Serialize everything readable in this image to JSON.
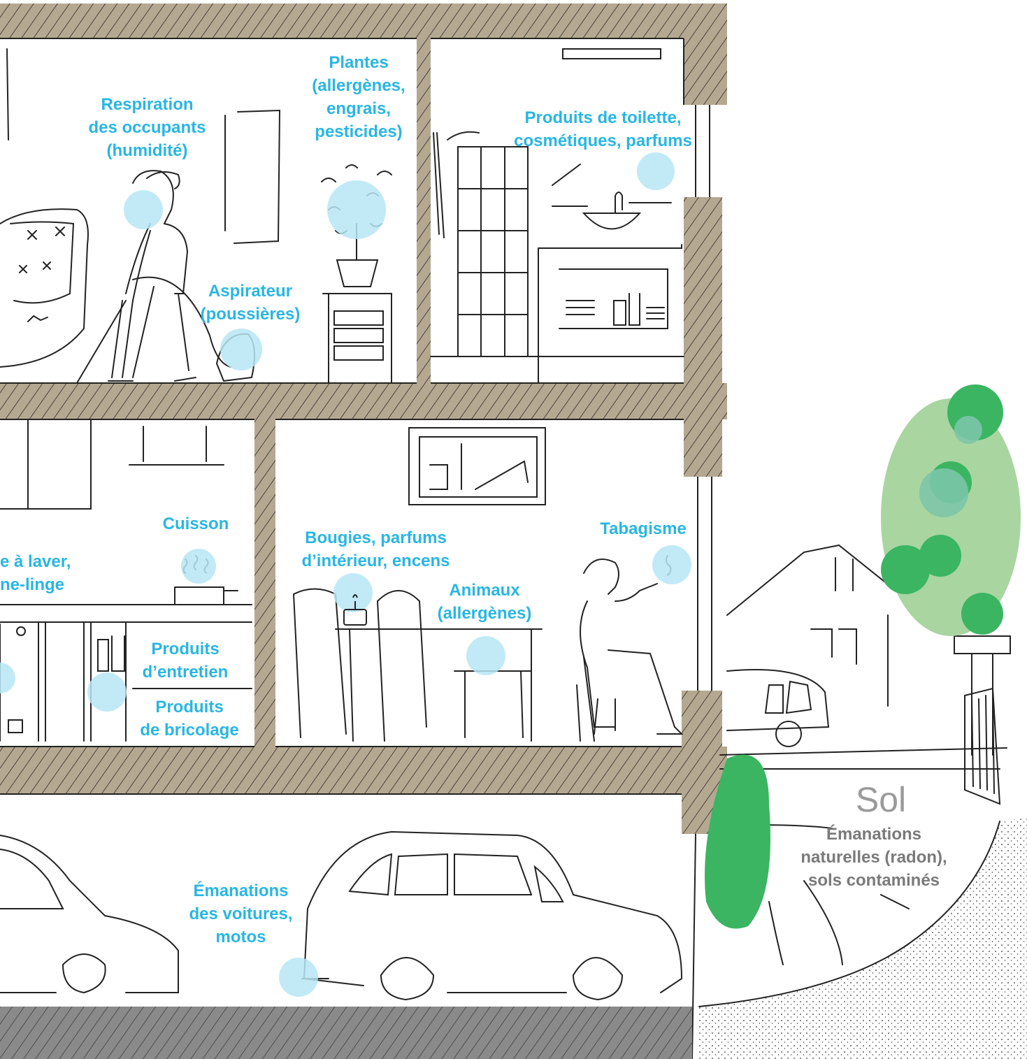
{
  "colors": {
    "label": "#29b6e3",
    "highlight": "#b6e6f5",
    "wall": "#b5a890",
    "asphalt": "#8a8a8a",
    "tree_light": "#a8d5a0",
    "tree_dark": "#3bb562",
    "ink": "#222222",
    "soil_label": "#7a7a7a"
  },
  "labels": {
    "respiration": [
      "Respiration",
      "des occupants",
      "(humidité)"
    ],
    "plantes": [
      "Plantes",
      "(allergènes,",
      "engrais,",
      "pesticides)"
    ],
    "toilette": [
      "Produits de toilette,",
      "cosmétiques, parfums"
    ],
    "aspirateur": [
      "Aspirateur",
      "(poussières)"
    ],
    "cuisson": [
      "Cuisson"
    ],
    "machine": [
      "e à laver,",
      "ne-linge"
    ],
    "entretien": [
      "Produits",
      "d’entretien"
    ],
    "bricolage": [
      "Produits",
      "de bricolage"
    ],
    "bougies": [
      "Bougies, parfums",
      "d’intérieur, encens"
    ],
    "animaux": [
      "Animaux",
      "(allergènes)"
    ],
    "tabagisme": [
      "Tabagisme"
    ],
    "voitures": [
      "Émanations",
      "des voitures,",
      "motos"
    ]
  },
  "soil": {
    "title": "Sol",
    "caption": [
      "Émanations",
      "naturelles (radon),",
      "sols contaminés"
    ]
  }
}
